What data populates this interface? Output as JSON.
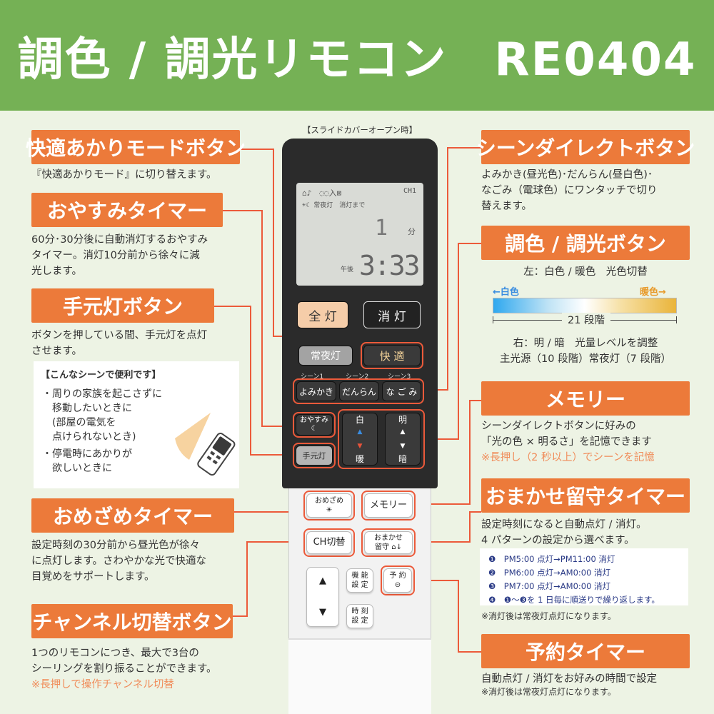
{
  "header": {
    "title": "調色 / 調光リモコン　RE0404"
  },
  "slide_caption": "【スライドカバーオープン時】",
  "left": {
    "kaiteki": {
      "tag": "快適あかりモードボタン",
      "desc": "『快適あかりモード』に切り替えます。"
    },
    "oyasumi": {
      "tag": "おやすみタイマー",
      "desc1": "60分･30分後に自動消灯するおやすみ",
      "desc2": "タイマー。消灯10分前から徐々に減",
      "desc3": "光します。"
    },
    "temoto": {
      "tag": "手元灯ボタン",
      "desc1": "ボタンを押している間、手元灯を点灯",
      "desc2": "させます。"
    },
    "scene": {
      "title": "【こんなシーンで便利です】",
      "l1": "・周りの家族を起こさずに",
      "l2": "移動したいときに",
      "l3": "(部屋の電気を",
      "l4": "点けられないとき)",
      "l5": "・停電時にあかりが",
      "l6": "欲しいときに"
    },
    "omezame": {
      "tag": "おめざめタイマー",
      "desc1": "設定時刻の30分前から昼光色が徐々",
      "desc2": "に点灯します。さわやかな光で快適な",
      "desc3": "目覚めをサポートします。"
    },
    "channel": {
      "tag": "チャンネル切替ボタン",
      "desc1": "1つのリモコンにつき、最大で3台の",
      "desc2": "シーリングを割り振ることができます。",
      "note": "※長押しで操作チャンネル切替"
    }
  },
  "right": {
    "scene_direct": {
      "tag": "シーンダイレクトボタン",
      "desc1": "よみかき(昼光色)･だんらん(昼白色)･",
      "desc2": "なごみ（電球色）にワンタッチで切り",
      "desc3": "替えます。"
    },
    "chousyoku": {
      "tag": "調色 / 調光ボタン",
      "left_label": "左：白色 / 暖色　光色切替",
      "hakushoku": "←白色",
      "danshoku": "暖色→",
      "steps": "21 段階",
      "right_label": "右：明 / 暗　光量レベルを調整",
      "detail": "主光源（10 段階）常夜灯（7 段階）"
    },
    "memory": {
      "tag": "メモリー",
      "desc1": "シーンダイレクトボタンに好みの",
      "desc2": "「光の色 × 明るさ」を記憶できます",
      "note": "※長押し（2 秒以上）でシーンを記憶"
    },
    "omakase": {
      "tag": "おまかせ留守タイマー",
      "desc1": "設定時刻になると自動点灯 / 消灯。",
      "desc2": "4 パターンの設定から選べます。",
      "p1": "❶　PM5:00 点灯→PM11:00 消灯",
      "p2": "❷　PM6:00 点灯→AM0:00 消灯",
      "p3": "❸　PM7:00 点灯→AM0:00 消灯",
      "p4": "❹　❶～❸を 1 日毎に順送りで繰り返します。",
      "footnote": "※消灯後は常夜灯点灯になります。"
    },
    "yoyaku": {
      "tag": "予約タイマー",
      "desc": "自動点灯 / 消灯をお好みの時間で設定",
      "footnote": "※消灯後は常夜灯点灯になります。"
    }
  },
  "remote": {
    "lcd": {
      "ch": "CH1",
      "status": "常夜灯　消灯まで",
      "min_digit": "1",
      "min_unit": "分",
      "pm": "午後",
      "time": "3:33"
    },
    "zentou": "全 灯",
    "shoutou": "消 灯",
    "jouyatou": "常夜灯",
    "kaiteki": "快 適",
    "scene1": "シーン1",
    "scene2": "シーン2",
    "scene3": "シーン3",
    "yomikaki": "よみかき",
    "danran": "だんらん",
    "nagomi": "な ご み",
    "oyasumi": "おやすみ",
    "temoto": "手元灯",
    "shiro": "白",
    "dan": "暖",
    "mei": "明",
    "an": "暗",
    "omezame": "おめざめ",
    "memory": "メモリー",
    "ch": "CH切替",
    "omakase1": "おまかせ",
    "omakase2": "留守",
    "kinou1": "機 能",
    "kinou2": "設 定",
    "yoyaku1": "予 約",
    "jikoku1": "時 刻",
    "jikoku2": "設 定"
  },
  "colors": {
    "header": "#75b155",
    "tag": "#ec7a3a",
    "highlight": "#ec5a3a",
    "note": "#f08c5a"
  }
}
